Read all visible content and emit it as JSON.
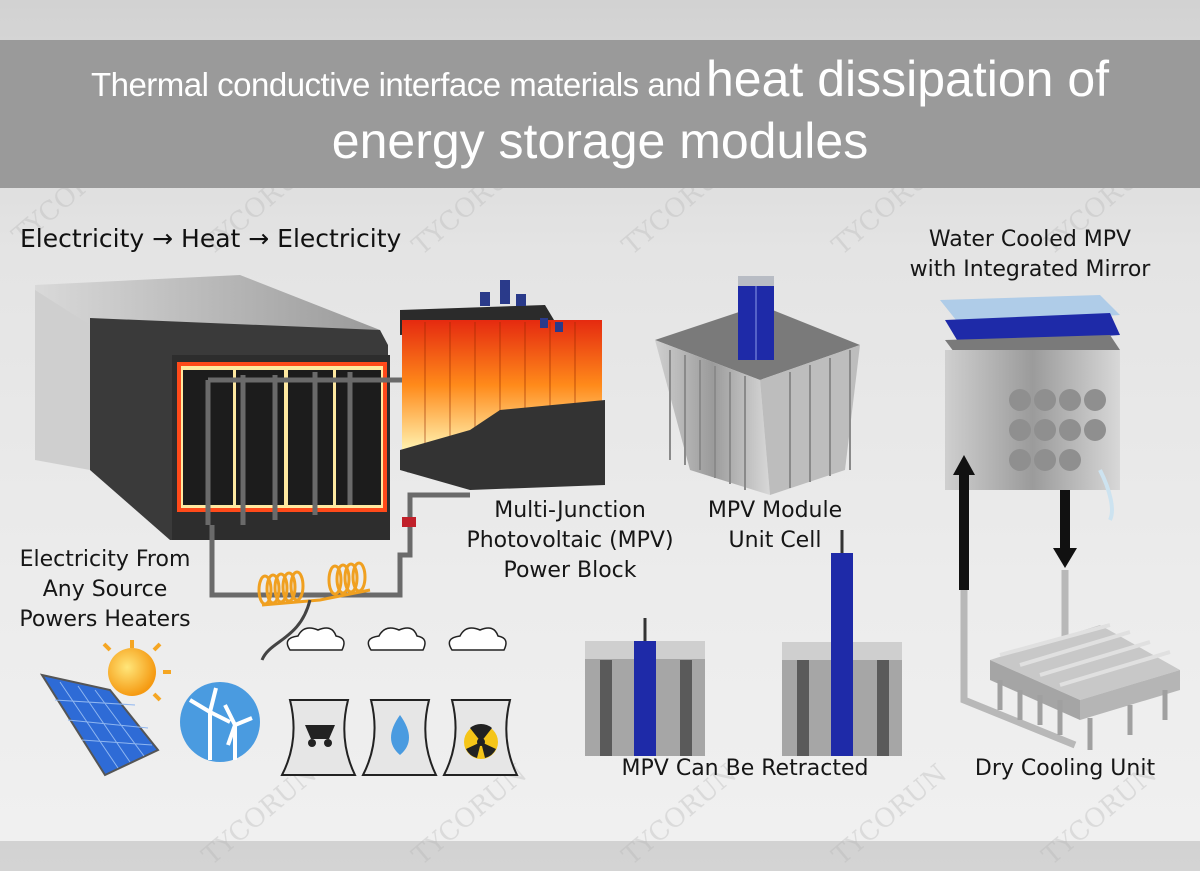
{
  "title": {
    "line1_small": "Thermal conductive interface materials and",
    "line1_big": "heat dissipation of",
    "line2": "energy storage modules",
    "bar_color": "#9a9a9a"
  },
  "flow_caption": "Electricity → Heat → Electricity",
  "labels": {
    "sources": [
      "Electricity From",
      "Any Source",
      "Powers Heaters"
    ],
    "power_block": [
      "Multi-Junction",
      "Photovoltaic (MPV)",
      "Power Block"
    ],
    "unit_cell": [
      "MPV Module",
      "Unit Cell"
    ],
    "water_cooled": [
      "Water Cooled MPV",
      "with Integrated Mirror"
    ],
    "retracted": "MPV Can Be Retracted",
    "dry_cooling": "Dry Cooling Unit"
  },
  "energy_sources": [
    "solar-panel",
    "wind-turbine",
    "coal-plant",
    "gas-plant",
    "nuclear-plant"
  ],
  "watermark": "TYCORUN",
  "colors": {
    "heat_glow": "#ff3b1a",
    "heat_yellow": "#ffc21a",
    "pv_blue": "#1a2a9e",
    "metal": "#a8a8a8",
    "coil": "#f0a020"
  }
}
